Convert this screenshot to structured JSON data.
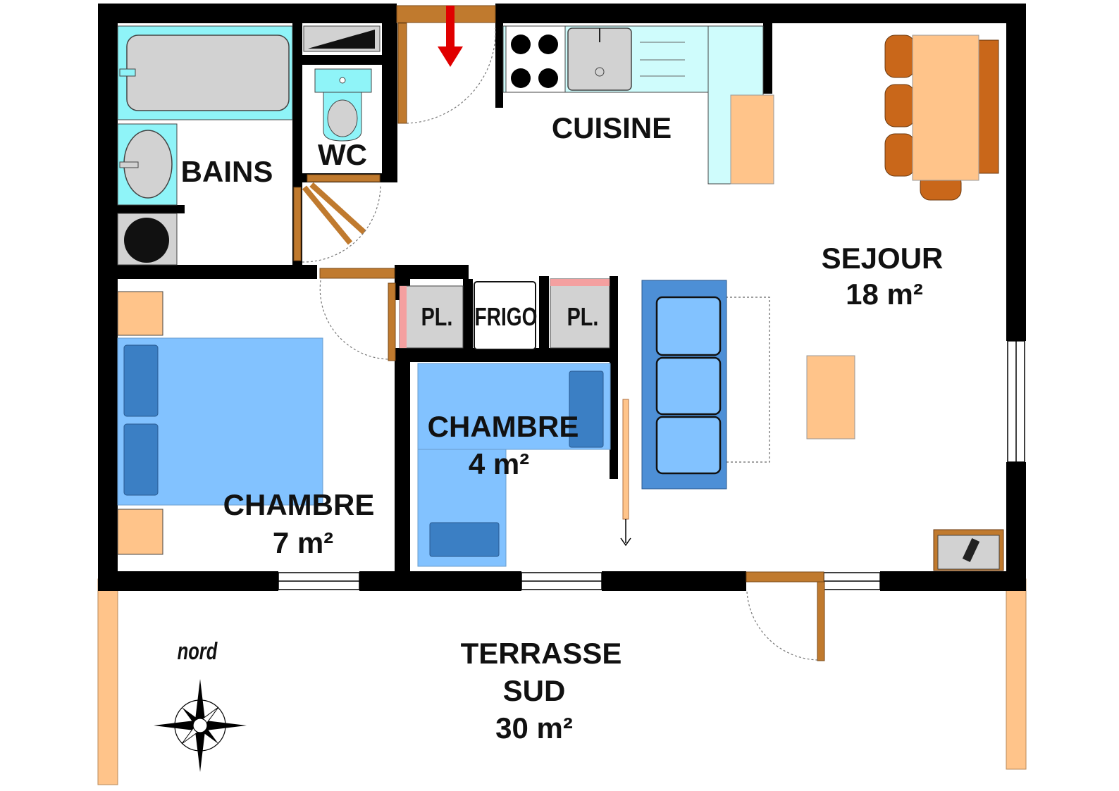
{
  "colors": {
    "wall": "#000000",
    "wood_door": "#c07a2e",
    "fixture_cyan": "#8ff4f8",
    "fixture_light_cyan": "#cffcfc",
    "ceramic_grey": "#d2d2d2",
    "bed_blue": "#82c2ff",
    "pillow_blue": "#3b7fc4",
    "sofa_blue": "#4d8fd6",
    "furniture_orange": "#ffc48a",
    "chair_brown": "#c9671a",
    "window_white": "#ffffff",
    "arrow_red": "#e00000",
    "pink_strip": "#f4a0a0"
  },
  "rooms": {
    "bains": {
      "name": "BAINS"
    },
    "wc": {
      "name": "WC"
    },
    "cuisine": {
      "name": "CUISINE"
    },
    "sejour": {
      "name": "SEJOUR",
      "area": "18 m²"
    },
    "chambre_main": {
      "name": "CHAMBRE",
      "area": "7 m²"
    },
    "chambre_small": {
      "name": "CHAMBRE",
      "area": "4 m²"
    },
    "terrasse": {
      "name": "TERRASSE",
      "orientation": "SUD",
      "area": "30 m²"
    }
  },
  "storage": {
    "placard_left": "PL.",
    "frigo": "FRIGO",
    "placard_right": "PL."
  },
  "compass": {
    "label": "nord",
    "icon": "compass-rose-icon"
  },
  "entrance": {
    "icon": "entrance-arrow-icon"
  }
}
